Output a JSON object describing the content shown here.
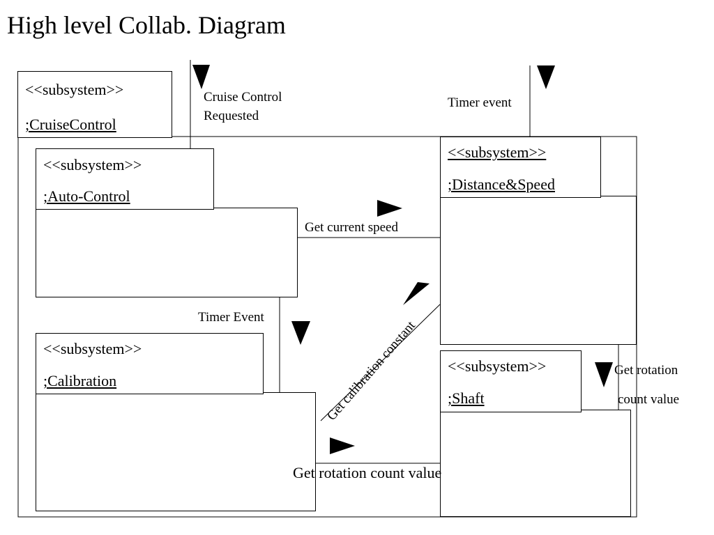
{
  "title": "High level Collab. Diagram",
  "stereotype": "<<subsystem>>",
  "subsystems": {
    "cruise_control": {
      "name": ";CruiseControl"
    },
    "auto_control": {
      "name": ";Auto-Control"
    },
    "distance_speed": {
      "name": ";Distance&Speed"
    },
    "calibration": {
      "name": ";Calibration"
    },
    "shaft": {
      "name": ";Shaft"
    }
  },
  "messages": {
    "cruise_requested_1": "Cruise Control",
    "cruise_requested_2": "Requested",
    "timer_event_top": "Timer event",
    "get_current_speed": "Get current speed",
    "timer_event_mid": "Timer Event",
    "get_calibration_constant": "Get calibration constant",
    "get_rotation_right_1": "Get rotation",
    "get_rotation_right_2": "count value",
    "get_rotation_bottom": "Get rotation count value"
  },
  "colors": {
    "line": "#000000",
    "background": "#ffffff"
  }
}
